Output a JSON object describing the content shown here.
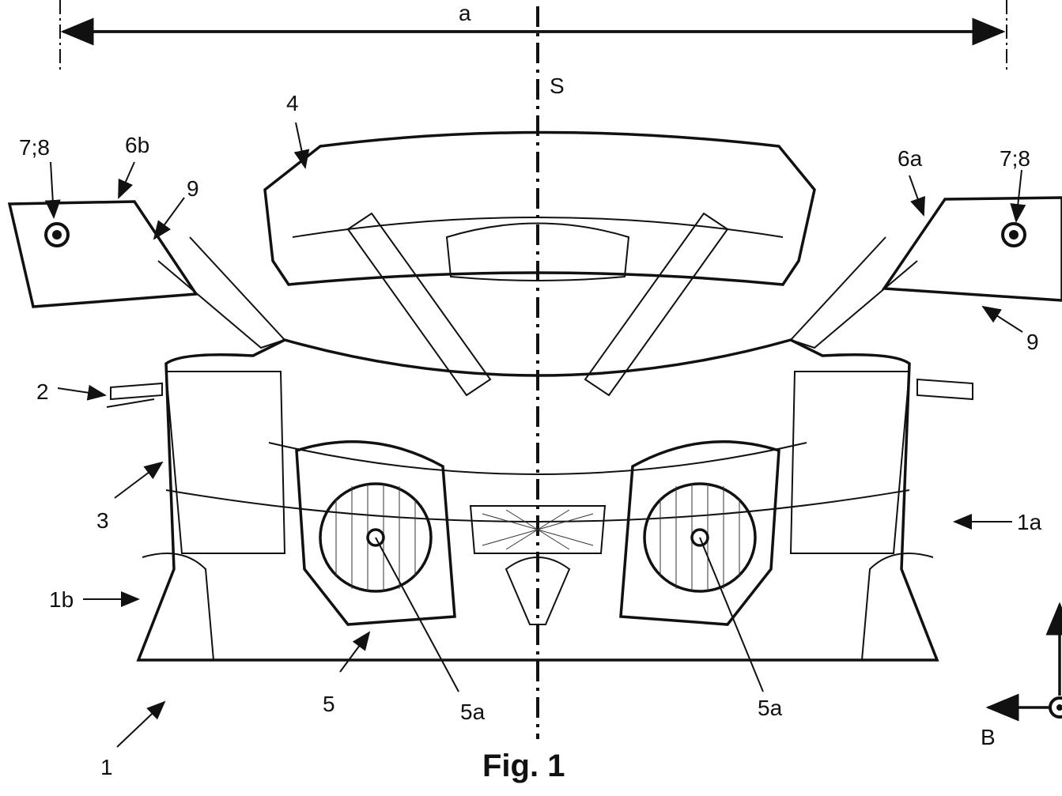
{
  "figure": {
    "caption": "Fig. 1",
    "labels": {
      "dimension_a": "a",
      "symmetry_axis": "S",
      "windshield": "4",
      "mirror_left_sensor": "7;8",
      "mirror_left": "6b",
      "mirror_left_housing": "9",
      "mirror_right": "6a",
      "mirror_right_sensor": "7;8",
      "mirror_right_housing": "9",
      "handlebar_lever": "2",
      "fairing": "3",
      "side_right": "1a",
      "side_left": "1b",
      "headlight_unit": "5",
      "headlight_left": "5a",
      "headlight_right": "5a",
      "vehicle": "1",
      "direction_b": "B"
    }
  }
}
